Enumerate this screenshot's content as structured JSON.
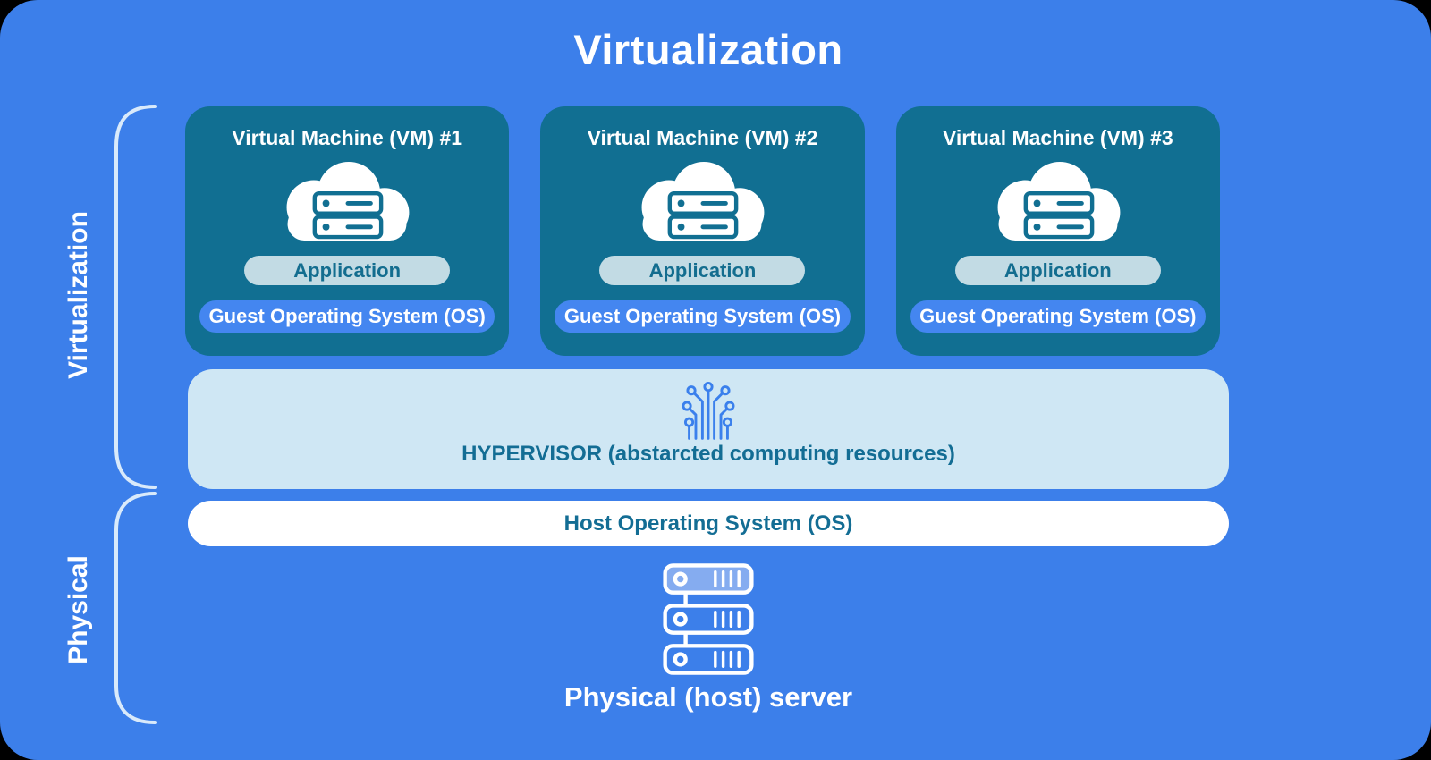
{
  "title": "Virtualization",
  "side_labels": {
    "virtualization": "Virtualization",
    "physical": "Physical"
  },
  "vms": [
    {
      "title": "Virtual Machine (VM) #1",
      "icon": "cloud-server-icon",
      "application_label": "Application",
      "guest_os_label": "Guest Operating System (OS)"
    },
    {
      "title": "Virtual Machine (VM) #2",
      "icon": "cloud-server-icon",
      "application_label": "Application",
      "guest_os_label": "Guest Operating System (OS)"
    },
    {
      "title": "Virtual Machine (VM) #3",
      "icon": "cloud-server-icon",
      "application_label": "Application",
      "guest_os_label": "Guest Operating System (OS)"
    }
  ],
  "hypervisor": {
    "icon": "circuit-icon",
    "label": "HYPERVISOR (abstarcted computing resources)"
  },
  "host_os": {
    "label": "Host Operating System (OS)"
  },
  "physical_server": {
    "icon": "server-rack-icon",
    "label": "Physical (host) server"
  },
  "colors": {
    "canvas_blue": "#3c7fea",
    "vm_card_teal": "#116f92",
    "application_pill": "#c2dbe4",
    "guest_os_pill": "#4486f0",
    "hypervisor_bar": "#cfe7f4",
    "host_os_bar": "#ffffff",
    "teal_text": "#136d94",
    "white_text": "#ffffff",
    "bracket_stroke": "#d9eafb",
    "circuit_blue": "#3b80ec",
    "rack_top_fill": "#85acf0"
  }
}
